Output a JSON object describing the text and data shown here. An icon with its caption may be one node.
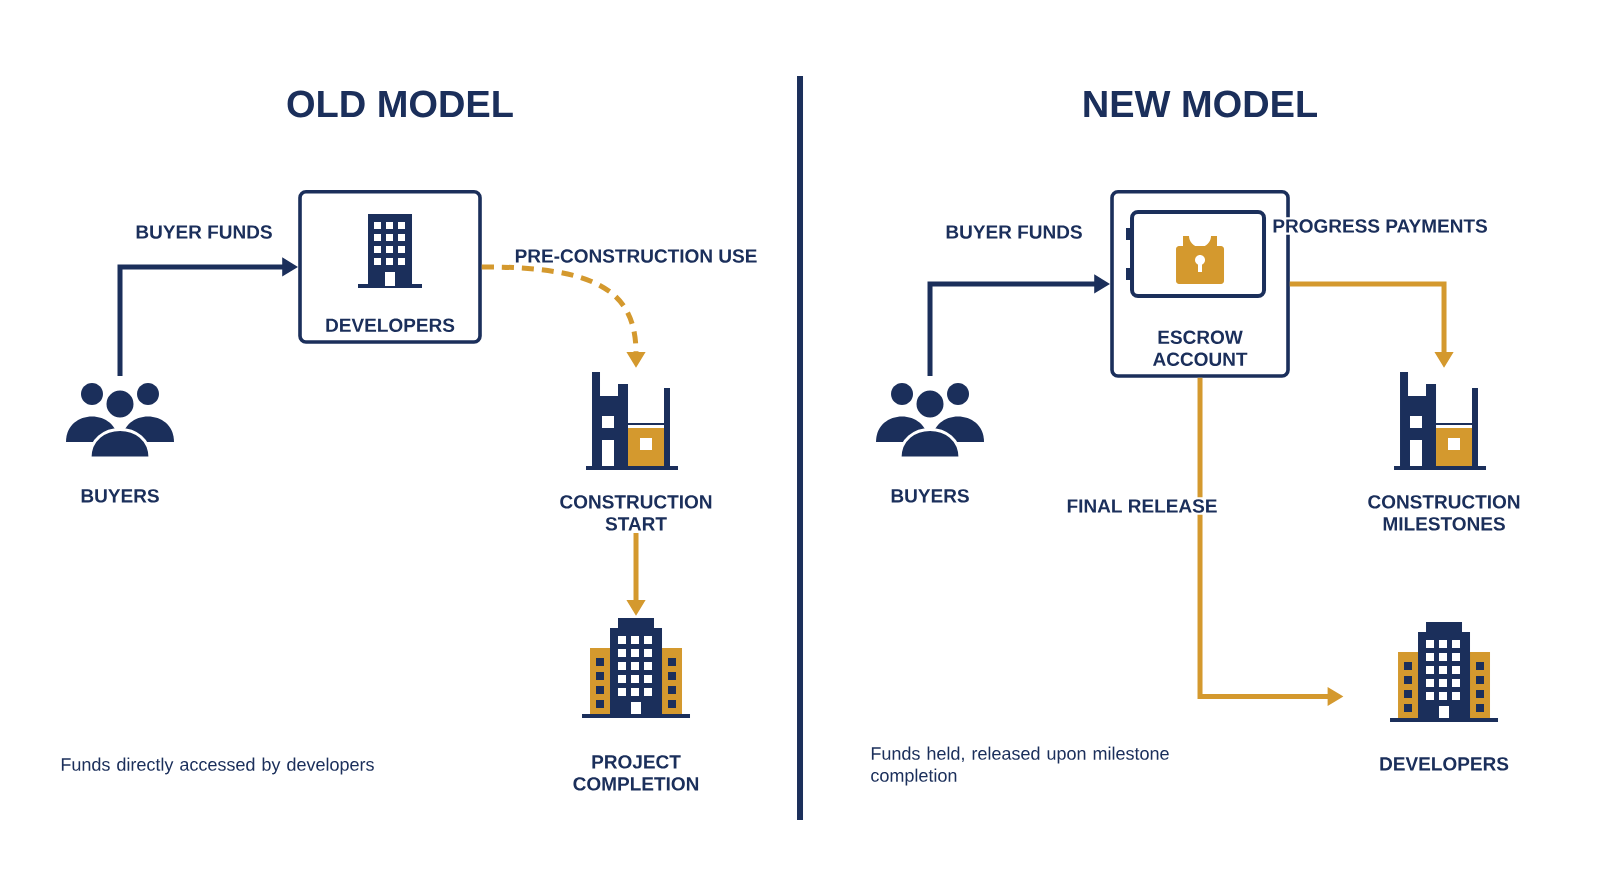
{
  "diagram": {
    "nodes": [
      {
        "text": [
          "BUYERS"
        ]
      },
      {
        "text": [
          "DEVELOPERS"
        ]
      },
      {
        "text": [
          "CONSTRUCTION START"
        ]
      },
      {
        "text": [
          "PROJECT COMPLETION"
        ]
      },
      {
        "text": [
          "BUYERS"
        ]
      },
      {
        "text": [
          "ESCROW ACCOUNT"
        ]
      },
      {
        "text": [
          "CONSTRUCTION MILESTONES"
        ]
      },
      {
        "text": [
          "DEVELOPERS"
        ]
      }
    ],
    "edges": [
      {
        "from": 0,
        "to": 1,
        "arrow": "to",
        "label": "BUYER FUNDS",
        "color": "#1b2f5b"
      },
      {
        "from": 1,
        "to": 2,
        "arrow": "to",
        "label": "PRE-CONSTRUCTION USE",
        "style": "dashed",
        "color": "#d4992e"
      },
      {
        "from": 2,
        "to": 3,
        "arrow": "to",
        "color": "#d4992e"
      },
      {
        "from": 4,
        "to": 5,
        "arrow": "to",
        "label": "BUYER FUNDS",
        "color": "#1b2f5b"
      },
      {
        "from": 5,
        "to": 6,
        "arrow": "to",
        "label": "PROGRESS PAYMENTS",
        "color": "#d4992e"
      },
      {
        "from": 5,
        "to": 7,
        "arrow": "to",
        "label": "FINAL RELEASE",
        "color": "#d4992e"
      }
    ],
    "labels": [
      "OLD MODEL",
      "NEW MODEL",
      "Funds directly accessed by developers",
      "Funds held, released upon milestone completion"
    ]
  }
}
